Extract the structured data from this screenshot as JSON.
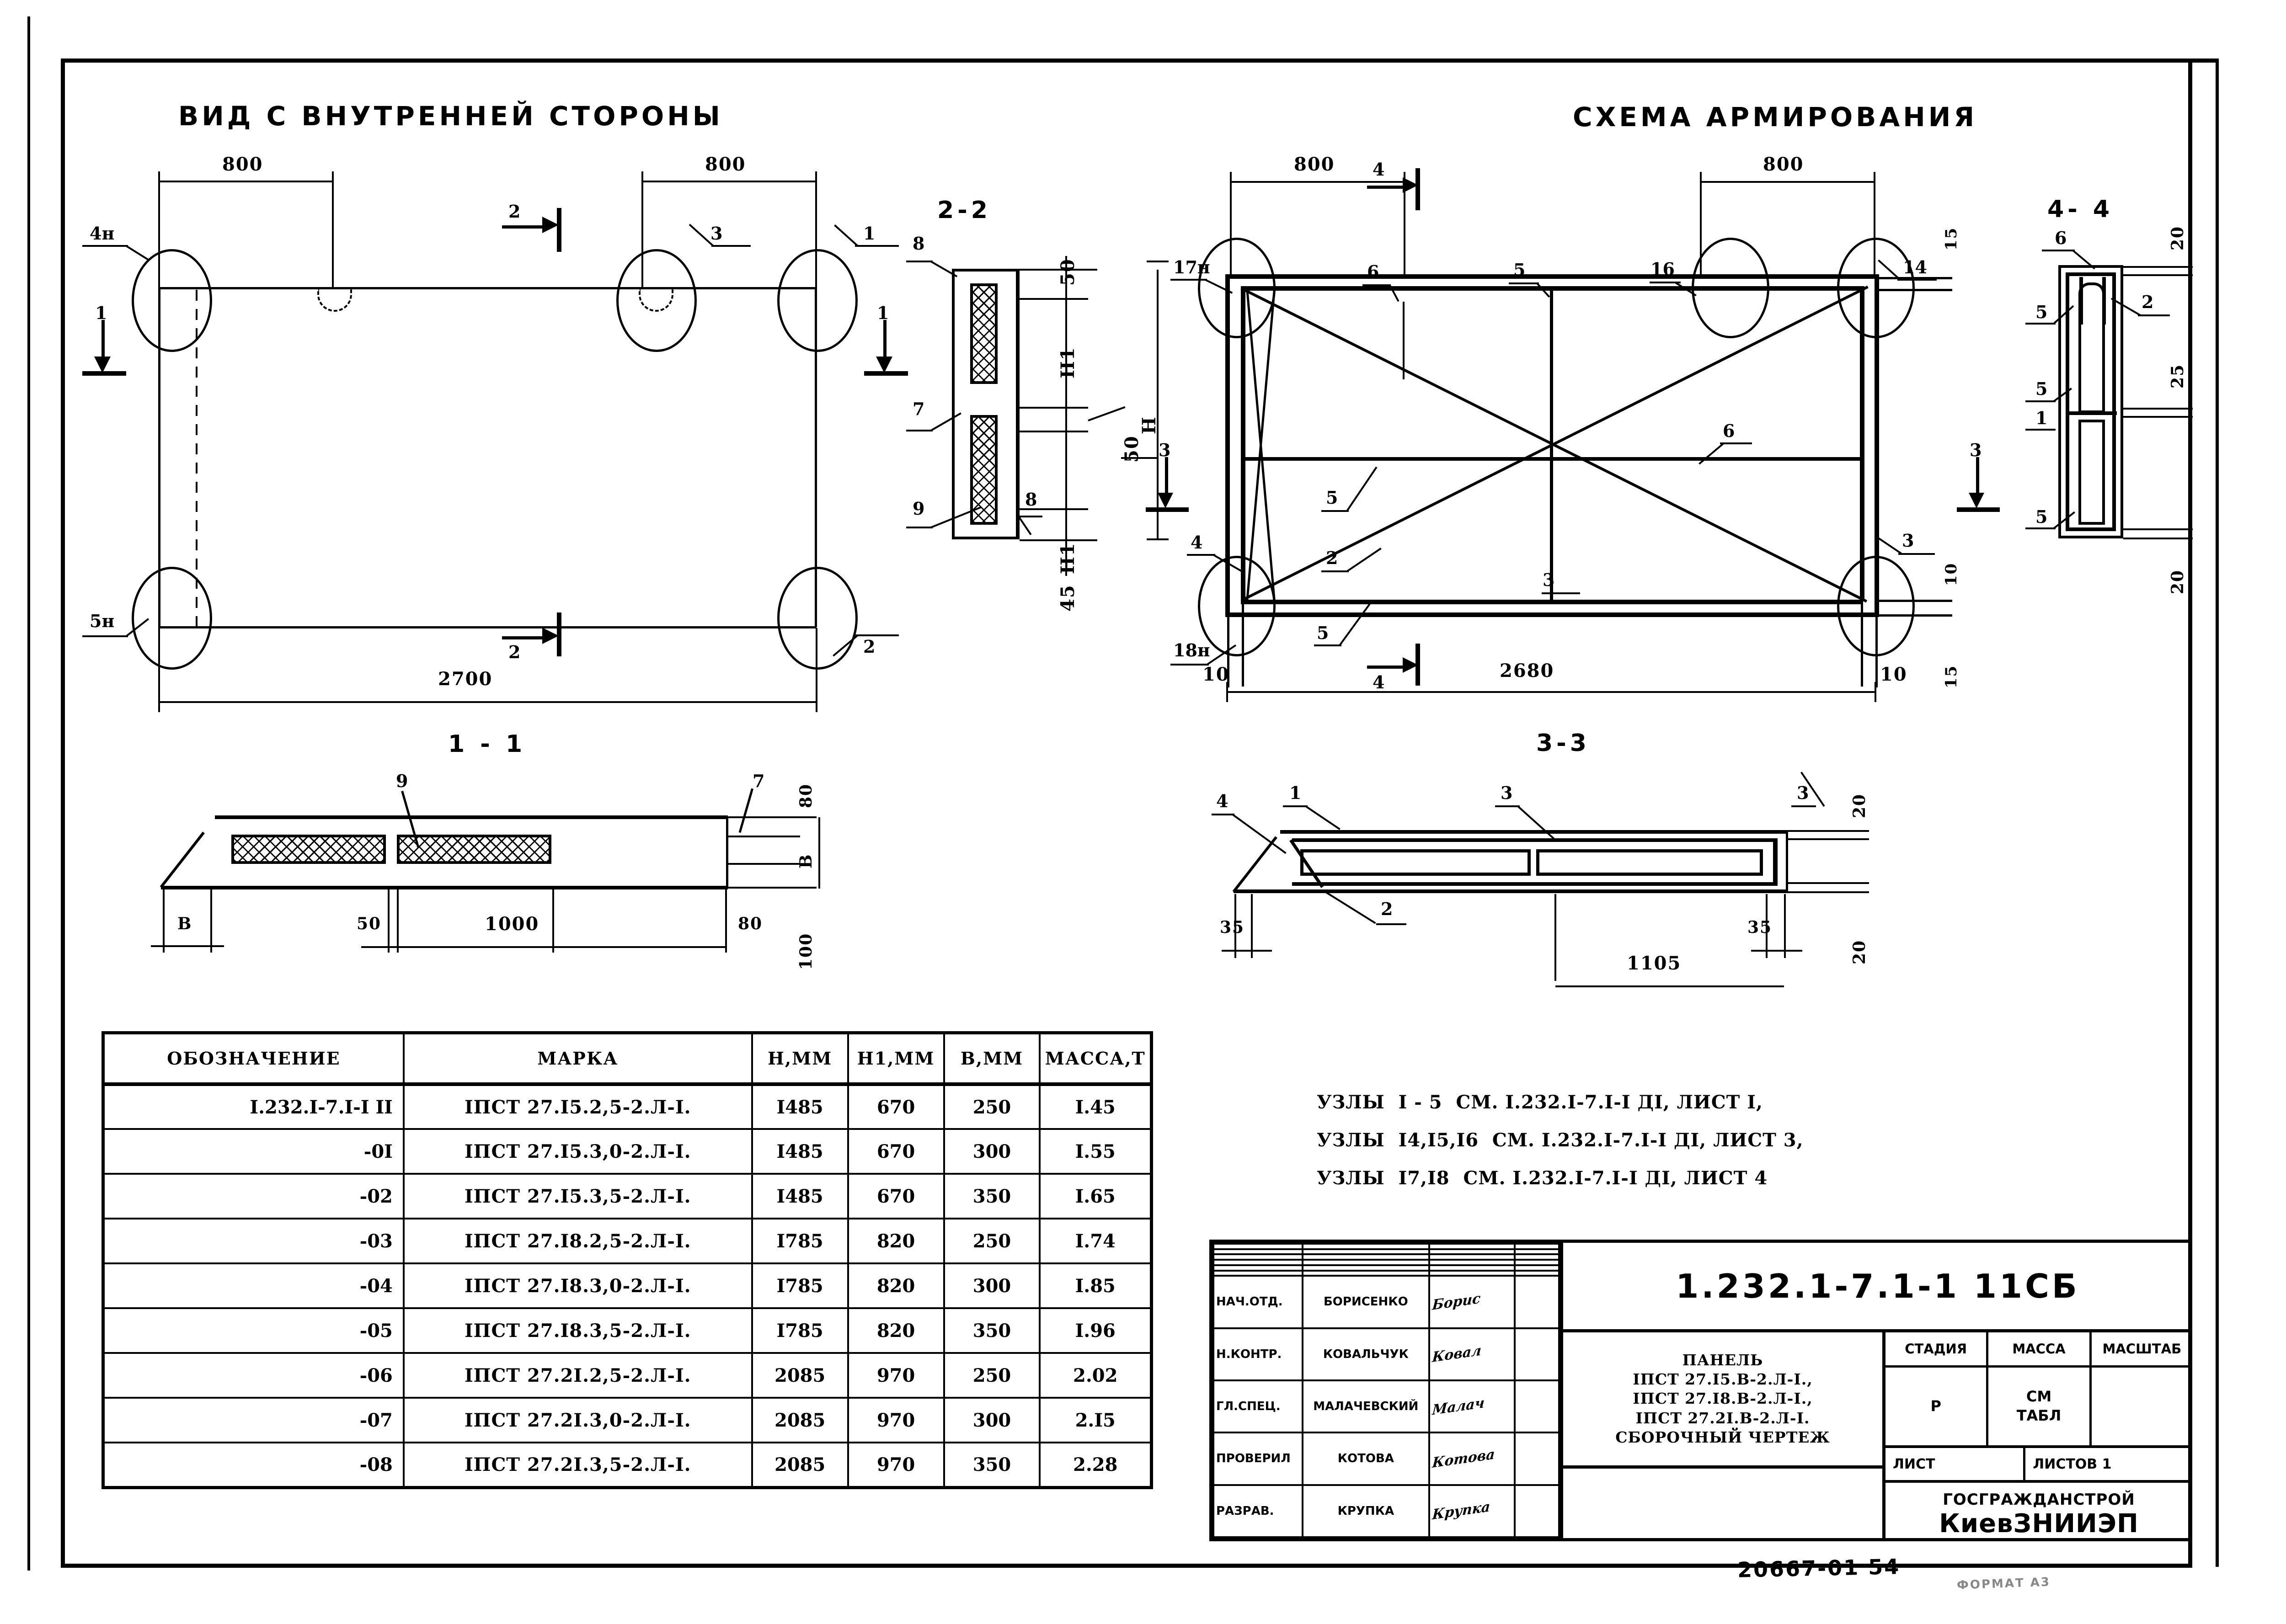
{
  "sheet": {
    "footer_code": "20667-01  54",
    "format_label": "ФОРМАТ А3"
  },
  "views": {
    "inner_view": {
      "title": "ВИД С ВНУТРЕННЕЙ СТОРОНЫ",
      "dim_top_left": "800",
      "dim_top_right": "800",
      "dim_bottom": "2700",
      "marks": [
        "4н",
        "5н",
        "3",
        "1",
        "2"
      ],
      "section_marks": [
        "2",
        "2",
        "1",
        "1"
      ]
    },
    "section_2_2": {
      "title": "2-2",
      "dims": [
        "50",
        "H1",
        "50",
        "H1",
        "45",
        "H"
      ],
      "marks": [
        "8",
        "7",
        "9",
        "8"
      ]
    },
    "reinforcement": {
      "title": "СХЕМА АРМИРОВАНИЯ",
      "dim_top_left": "800",
      "dim_top_right": "800",
      "dim_bottom": "2680",
      "dim_left_offset": "10",
      "dim_right_offset": "10",
      "dim_right_top": "15",
      "dim_right_mid": "10",
      "dim_right_bottom": "15",
      "marks": [
        "17н",
        "18н",
        "14",
        "16",
        "6",
        "5",
        "5",
        "2",
        "3",
        "4",
        "6",
        "5",
        "3"
      ],
      "section_marks": [
        "4",
        "4",
        "3",
        "3"
      ]
    },
    "section_4_4": {
      "title": "4- 4",
      "dims": [
        "20",
        "25",
        "20"
      ],
      "marks": [
        "6",
        "5",
        "5",
        "1",
        "5",
        "2"
      ]
    },
    "section_1_1": {
      "title": "1 - 1",
      "dims": [
        "80",
        "В",
        "100",
        "В",
        "50",
        "1000",
        "80"
      ],
      "marks": [
        "9",
        "7"
      ]
    },
    "section_3_3": {
      "title": "3-3",
      "dims": [
        "20",
        "20",
        "35",
        "35",
        "1105"
      ],
      "marks": [
        "4",
        "1",
        "3",
        "3",
        "2"
      ]
    }
  },
  "spec_table": {
    "headers": [
      "ОБОЗНАЧЕНИЕ",
      "МАРКА",
      "Н,ММ",
      "Н1,ММ",
      "В,ММ",
      "МАССА,Т"
    ],
    "rows": [
      {
        "designation": "I.232.I-7.I-I II",
        "mark": "IПСТ 27.I5.2,5-2.Л-I.",
        "h": "I485",
        "h1": "670",
        "b": "250",
        "mass": "I.45"
      },
      {
        "designation": "-0I",
        "mark": "IПСТ 27.I5.3,0-2.Л-I.",
        "h": "I485",
        "h1": "670",
        "b": "300",
        "mass": "I.55"
      },
      {
        "designation": "-02",
        "mark": "IПСТ 27.I5.3,5-2.Л-I.",
        "h": "I485",
        "h1": "670",
        "b": "350",
        "mass": "I.65"
      },
      {
        "designation": "-03",
        "mark": "IПСТ 27.I8.2,5-2.Л-I.",
        "h": "I785",
        "h1": "820",
        "b": "250",
        "mass": "I.74"
      },
      {
        "designation": "-04",
        "mark": "IПСТ 27.I8.3,0-2.Л-I.",
        "h": "I785",
        "h1": "820",
        "b": "300",
        "mass": "I.85"
      },
      {
        "designation": "-05",
        "mark": "IПСТ 27.I8.3,5-2.Л-I.",
        "h": "I785",
        "h1": "820",
        "b": "350",
        "mass": "I.96"
      },
      {
        "designation": "-06",
        "mark": "IПСТ 27.2I.2,5-2.Л-I.",
        "h": "2085",
        "h1": "970",
        "b": "250",
        "mass": "2.02"
      },
      {
        "designation": "-07",
        "mark": "IПСТ 27.2I.3,0-2.Л-I.",
        "h": "2085",
        "h1": "970",
        "b": "300",
        "mass": "2.I5"
      },
      {
        "designation": "-08",
        "mark": "IПСТ 27.2I.3,5-2.Л-I.",
        "h": "2085",
        "h1": "970",
        "b": "350",
        "mass": "2.28"
      }
    ]
  },
  "notes": [
    "УЗЛЫ  I - 5  СМ. I.232.I-7.I-I ДI, ЛИСТ I,",
    "УЗЛЫ  I4,I5,I6  СМ. I.232.I-7.I-I ДI, ЛИСТ 3,",
    "УЗЛЫ  I7,I8  СМ. I.232.I-7.I-I ДI, ЛИСТ 4"
  ],
  "title_block": {
    "drawing_code": "1.232.1-7.1-1  11СБ",
    "panel_lines": [
      "ПАНЕЛЬ",
      "IПСТ 27.I5.В-2.Л-I.,",
      "IПСТ 27.I8.В-2.Л-I.,",
      "IПСТ 27.2I.В-2.Л-I.",
      "СБОРОЧНЫЙ ЧЕРТЕЖ"
    ],
    "roles": [
      {
        "role": "НАЧ.ОТД.",
        "name": "БОРИСЕНКО",
        "signature": "Борис"
      },
      {
        "role": "Н.КОНТР.",
        "name": "КОВАЛЬЧУК",
        "signature": "Ковал"
      },
      {
        "role": "ГЛ.СПЕЦ.",
        "name": "МАЛАЧЕВСКИЙ",
        "signature": "Малач"
      },
      {
        "role": "ПРОВЕРИЛ",
        "name": "КОТОВА",
        "signature": "Котова"
      },
      {
        "role": "РАЗРАВ.",
        "name": "КРУПКА",
        "signature": "Крупка"
      }
    ],
    "stage_header": "СТАДИЯ",
    "mass_header": "МАССА",
    "scale_header": "МАСШТАБ",
    "stage_value": "Р",
    "mass_value_1": "СМ",
    "mass_value_2": "ТАБЛ",
    "scale_value": "",
    "sheet_label": "ЛИСТ",
    "sheets_label": "ЛИСТОВ 1",
    "org_line1": "ГОСГРАЖДАНСТРОЙ",
    "org_line2": "КиевЗНИИЭП"
  }
}
